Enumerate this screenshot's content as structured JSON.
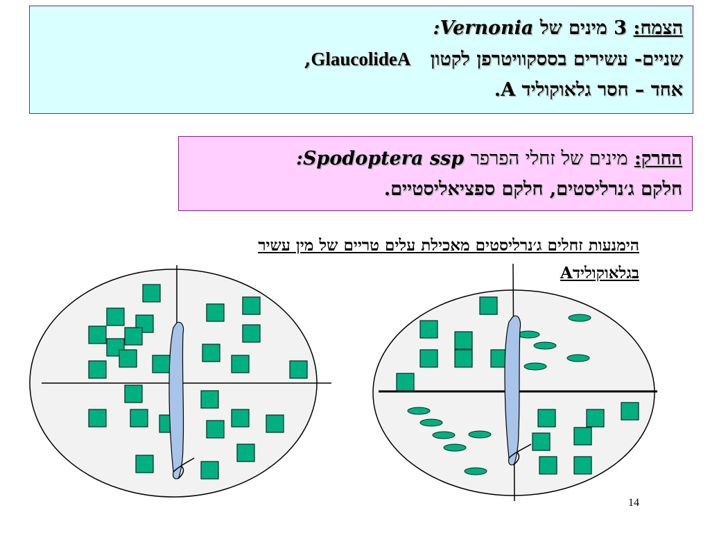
{
  "plant_box": {
    "line1": {
      "label": "הצמח:",
      "text": "3 מינים של",
      "species": "Vernonia",
      "colon": ":"
    },
    "line2": {
      "text": "שניים- עשירים בססקוויטרפן   לקטון",
      "compound": "GlaucolideA",
      "comma": ","
    },
    "line3": {
      "text": "אחד – חסר גלאוקוליד A."
    }
  },
  "insect_box": {
    "line1": {
      "label": "החרק:",
      "text": "מינים של  זחלי הפרפר",
      "species": "Spodoptera ssp",
      "colon": ":"
    },
    "line2": {
      "text": "חלקם ג׳נרליסטים, חלקם ספציאליסטיים."
    }
  },
  "caption": {
    "line1": "הימנעות זחלים ג׳נרליסטים מאכילת עלים טריים של מין עשיר",
    "line2": "בגלאוקולידA"
  },
  "page_number": "14",
  "colors": {
    "square_fill": "#00b080",
    "square_stroke": "#002a20",
    "oval_fill": "#00b080",
    "circle_fill": "#f2f2f2",
    "stem_fill": "#a8c4e8",
    "plant_box_bg": "#d9ffff",
    "insect_box_bg": "#ffd0ff",
    "box_border": "#7f1f7f"
  }
}
